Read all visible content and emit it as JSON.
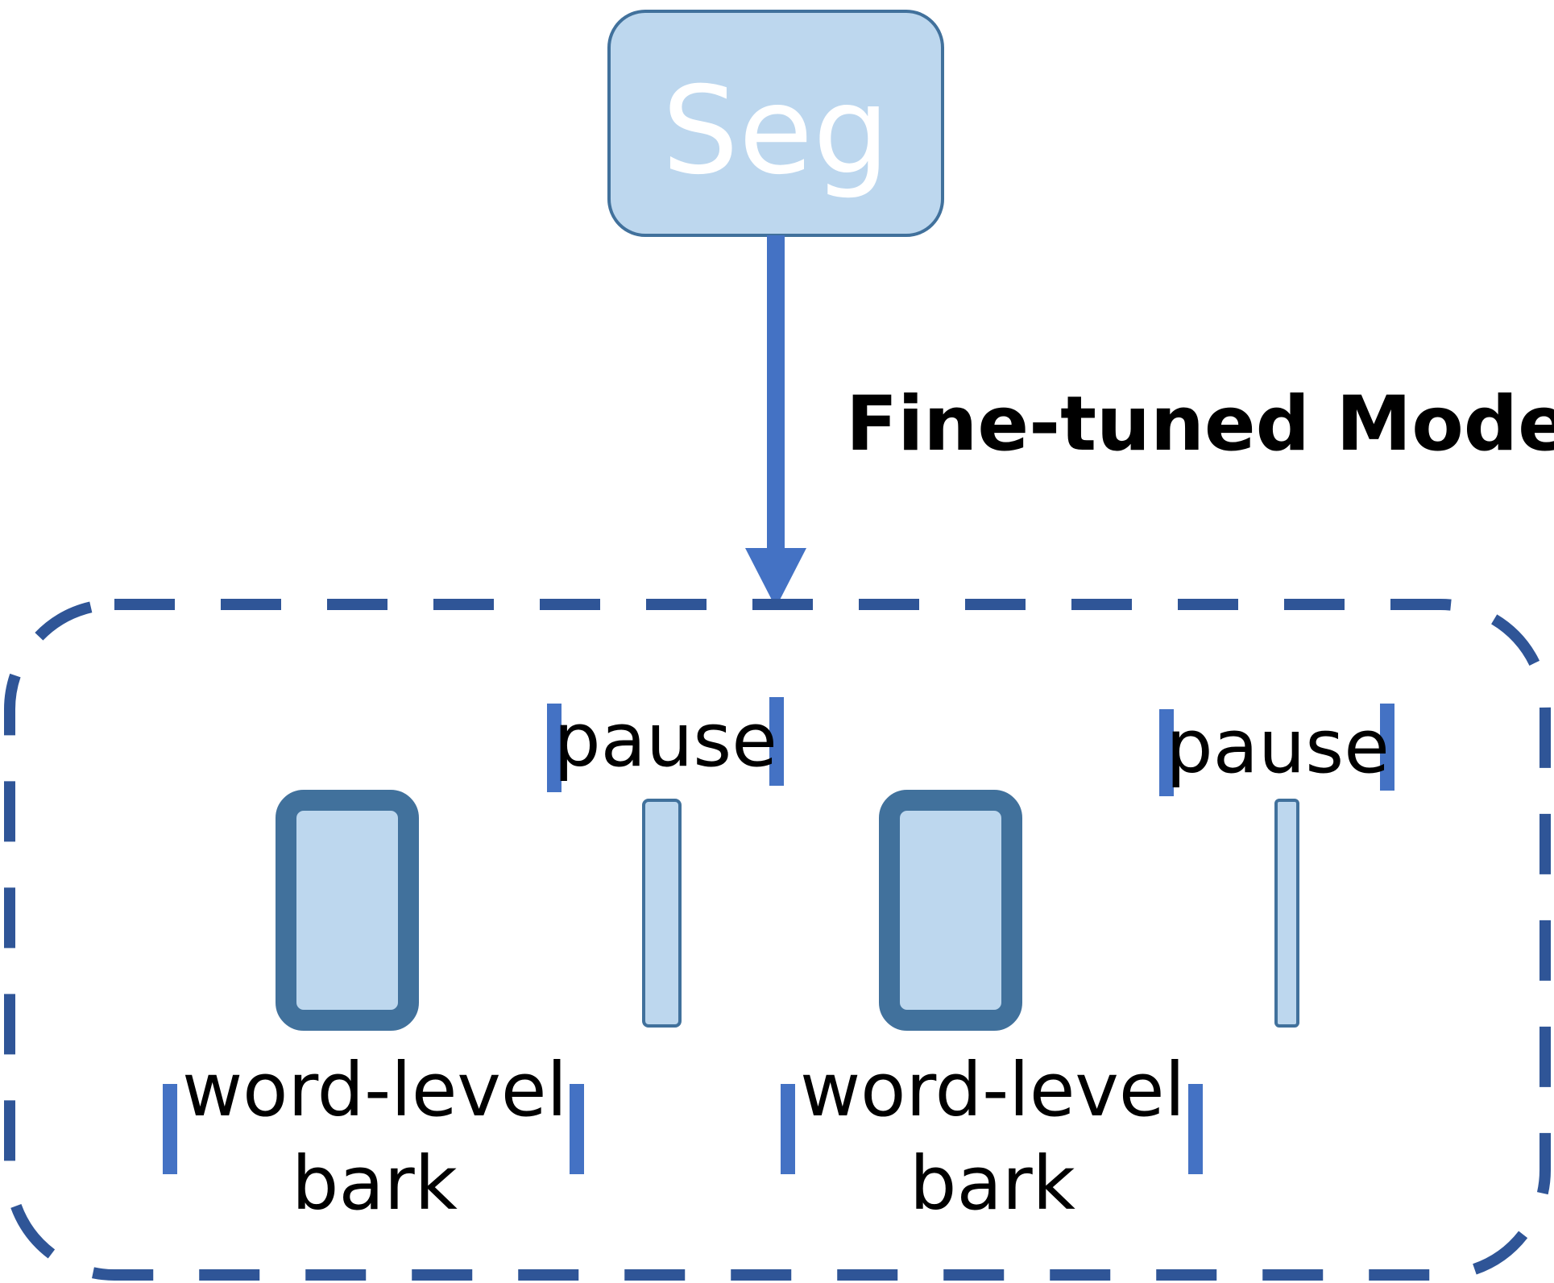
{
  "nodes": {
    "top_box_label": "Seg",
    "arrow_label": "Fine-tuned Model"
  },
  "segments": [
    {
      "type": "word",
      "line1": "word-level",
      "line2": "bark"
    },
    {
      "type": "pause",
      "label": "pause"
    },
    {
      "type": "word",
      "line1": "word-level",
      "line2": "bark"
    },
    {
      "type": "pause",
      "label": "pause"
    }
  ],
  "colors": {
    "box_fill": "#bdd7ee",
    "box_stroke": "#41719c",
    "arrow": "#4472c4",
    "dashed_container": "#2f5597",
    "bracket": "#4472c4",
    "text": "#000000",
    "seg_text": "#ffffff"
  }
}
